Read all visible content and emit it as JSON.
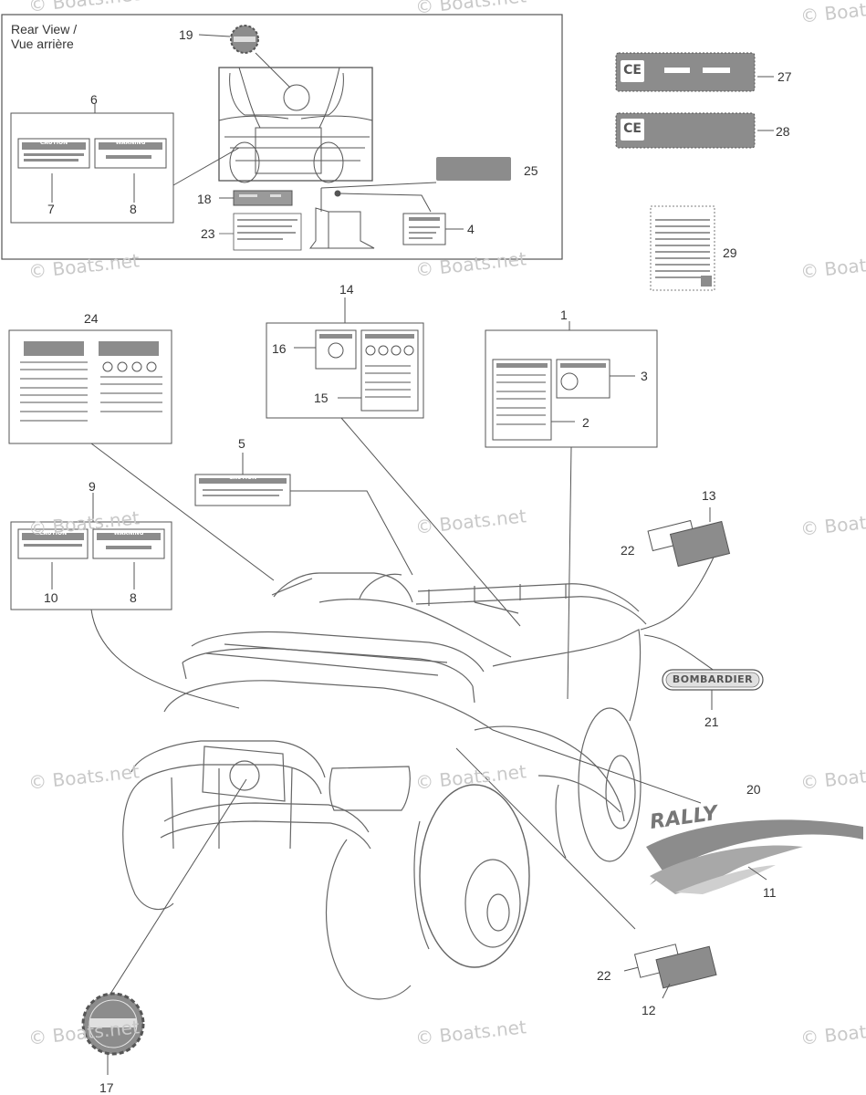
{
  "diagram": {
    "inset_title_line1": "Rear View /",
    "inset_title_line2": "Vue arrière",
    "callouts": [
      "1",
      "2",
      "3",
      "4",
      "5",
      "6",
      "7",
      "8",
      "8",
      "9",
      "10",
      "11",
      "12",
      "13",
      "14",
      "15",
      "16",
      "17",
      "18",
      "19",
      "20",
      "21",
      "22",
      "22",
      "23",
      "24",
      "25",
      "27",
      "28",
      "29"
    ],
    "decal_texts": {
      "caution": "CAUTION",
      "warning": "WARNING",
      "avertissement": "AVERTISSEMENT",
      "ce_mark": "CE",
      "bombardier": "BOMBARDIER",
      "rally": "RALLY"
    },
    "watermark": "© Boats.net"
  },
  "colors": {
    "line": "#555555",
    "decal_fill": "#8c8c8c",
    "dark_band": "#6f6f6f",
    "watermark": "#c9c9c9"
  }
}
